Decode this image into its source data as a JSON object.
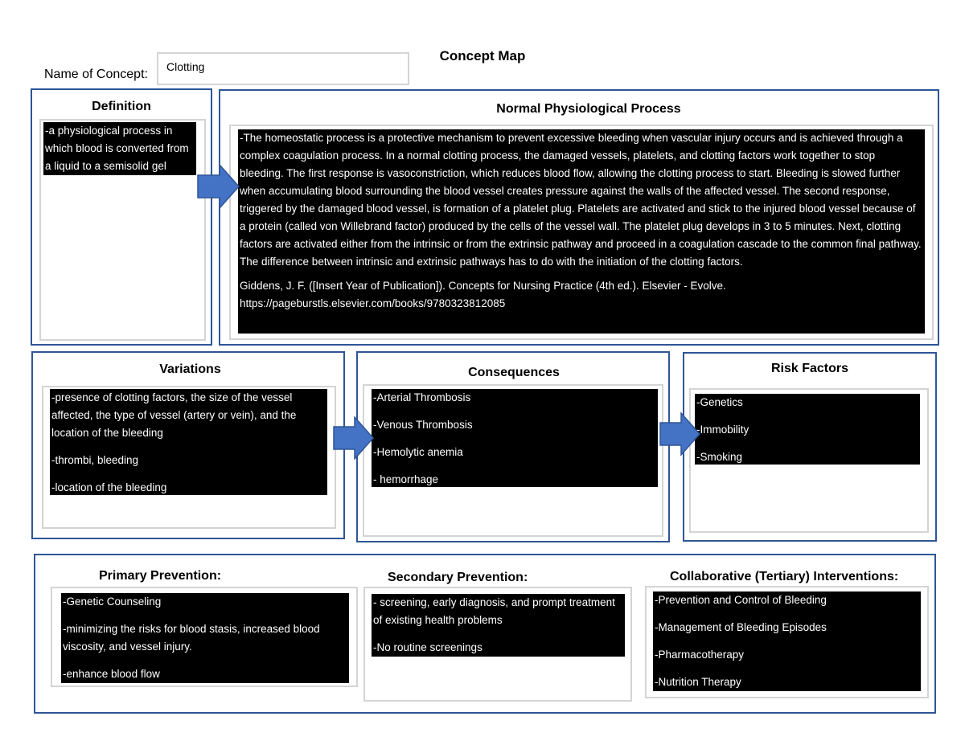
{
  "title": "Concept Map",
  "concept": {
    "label": "Name of Concept:",
    "value": "Clotting"
  },
  "definition": {
    "heading": "Definition",
    "items": [
      "-a physiological process in which blood is converted from a liquid to a semisolid gel"
    ]
  },
  "normal_process": {
    "heading": "Normal Physiological Process",
    "items": [
      "-The homeostatic process is a protective mechanism to prevent excessive bleeding when vascular injury occurs and is achieved through a complex coagulation process. In a normal clotting process, the damaged vessels, platelets, and clotting factors work together to stop bleeding. The first response is vasoconstriction, which reduces blood flow, allowing the clotting process to start. Bleeding is slowed further when accumulating blood surrounding the blood vessel creates pressure against the walls of the affected vessel. The second response, triggered by the damaged blood vessel, is formation of a platelet plug. Platelets are activated and stick to the injured blood vessel because of a protein (called von Willebrand factor) produced by the cells of the vessel wall. The platelet plug develops in 3 to 5 minutes. Next, clotting factors are activated either from the intrinsic or from the extrinsic pathway and proceed in a coagulation cascade to the common final pathway. The difference between intrinsic and extrinsic pathways has to do with the initiation of the clotting factors.",
      "Giddens, J. F. ([Insert Year of Publication]). Concepts for Nursing Practice (4th ed.). Elsevier - Evolve. https://pageburstls.elsevier.com/books/9780323812085"
    ]
  },
  "variations": {
    "heading": "Variations",
    "items": [
      "-presence of clotting factors, the size of the vessel affected, the type of vessel (artery or vein), and the location of the bleeding",
      "-thrombi, bleeding",
      "-location of the bleeding"
    ]
  },
  "consequences": {
    "heading": "Consequences",
    "items": [
      "-Arterial Thrombosis",
      "-Venous Thrombosis",
      "-Hemolytic anemia",
      "- hemorrhage"
    ]
  },
  "risk_factors": {
    "heading": "Risk Factors",
    "items": [
      "-Genetics",
      "-Immobility",
      "-Smoking"
    ]
  },
  "primary_prevention": {
    "heading": "Primary Prevention:",
    "items": [
      "-Genetic Counseling",
      "-minimizing the risks for blood stasis, increased blood viscosity, and vessel injury.",
      "-enhance blood flow"
    ]
  },
  "secondary_prevention": {
    "heading": "Secondary Prevention:",
    "items": [
      "- screening, early diagnosis, and prompt treatment of existing health problems",
      "-No routine screenings"
    ]
  },
  "tertiary": {
    "heading": "Collaborative (Tertiary) Interventions:",
    "items": [
      "-Prevention and Control of Bleeding",
      "-Management of Bleeding Episodes",
      "-Pharmacotherapy",
      "-Nutrition Therapy"
    ]
  },
  "colors": {
    "border_blue": "#2f5597",
    "arrow_blue": "#4472c4",
    "text_bg": "#000000"
  }
}
